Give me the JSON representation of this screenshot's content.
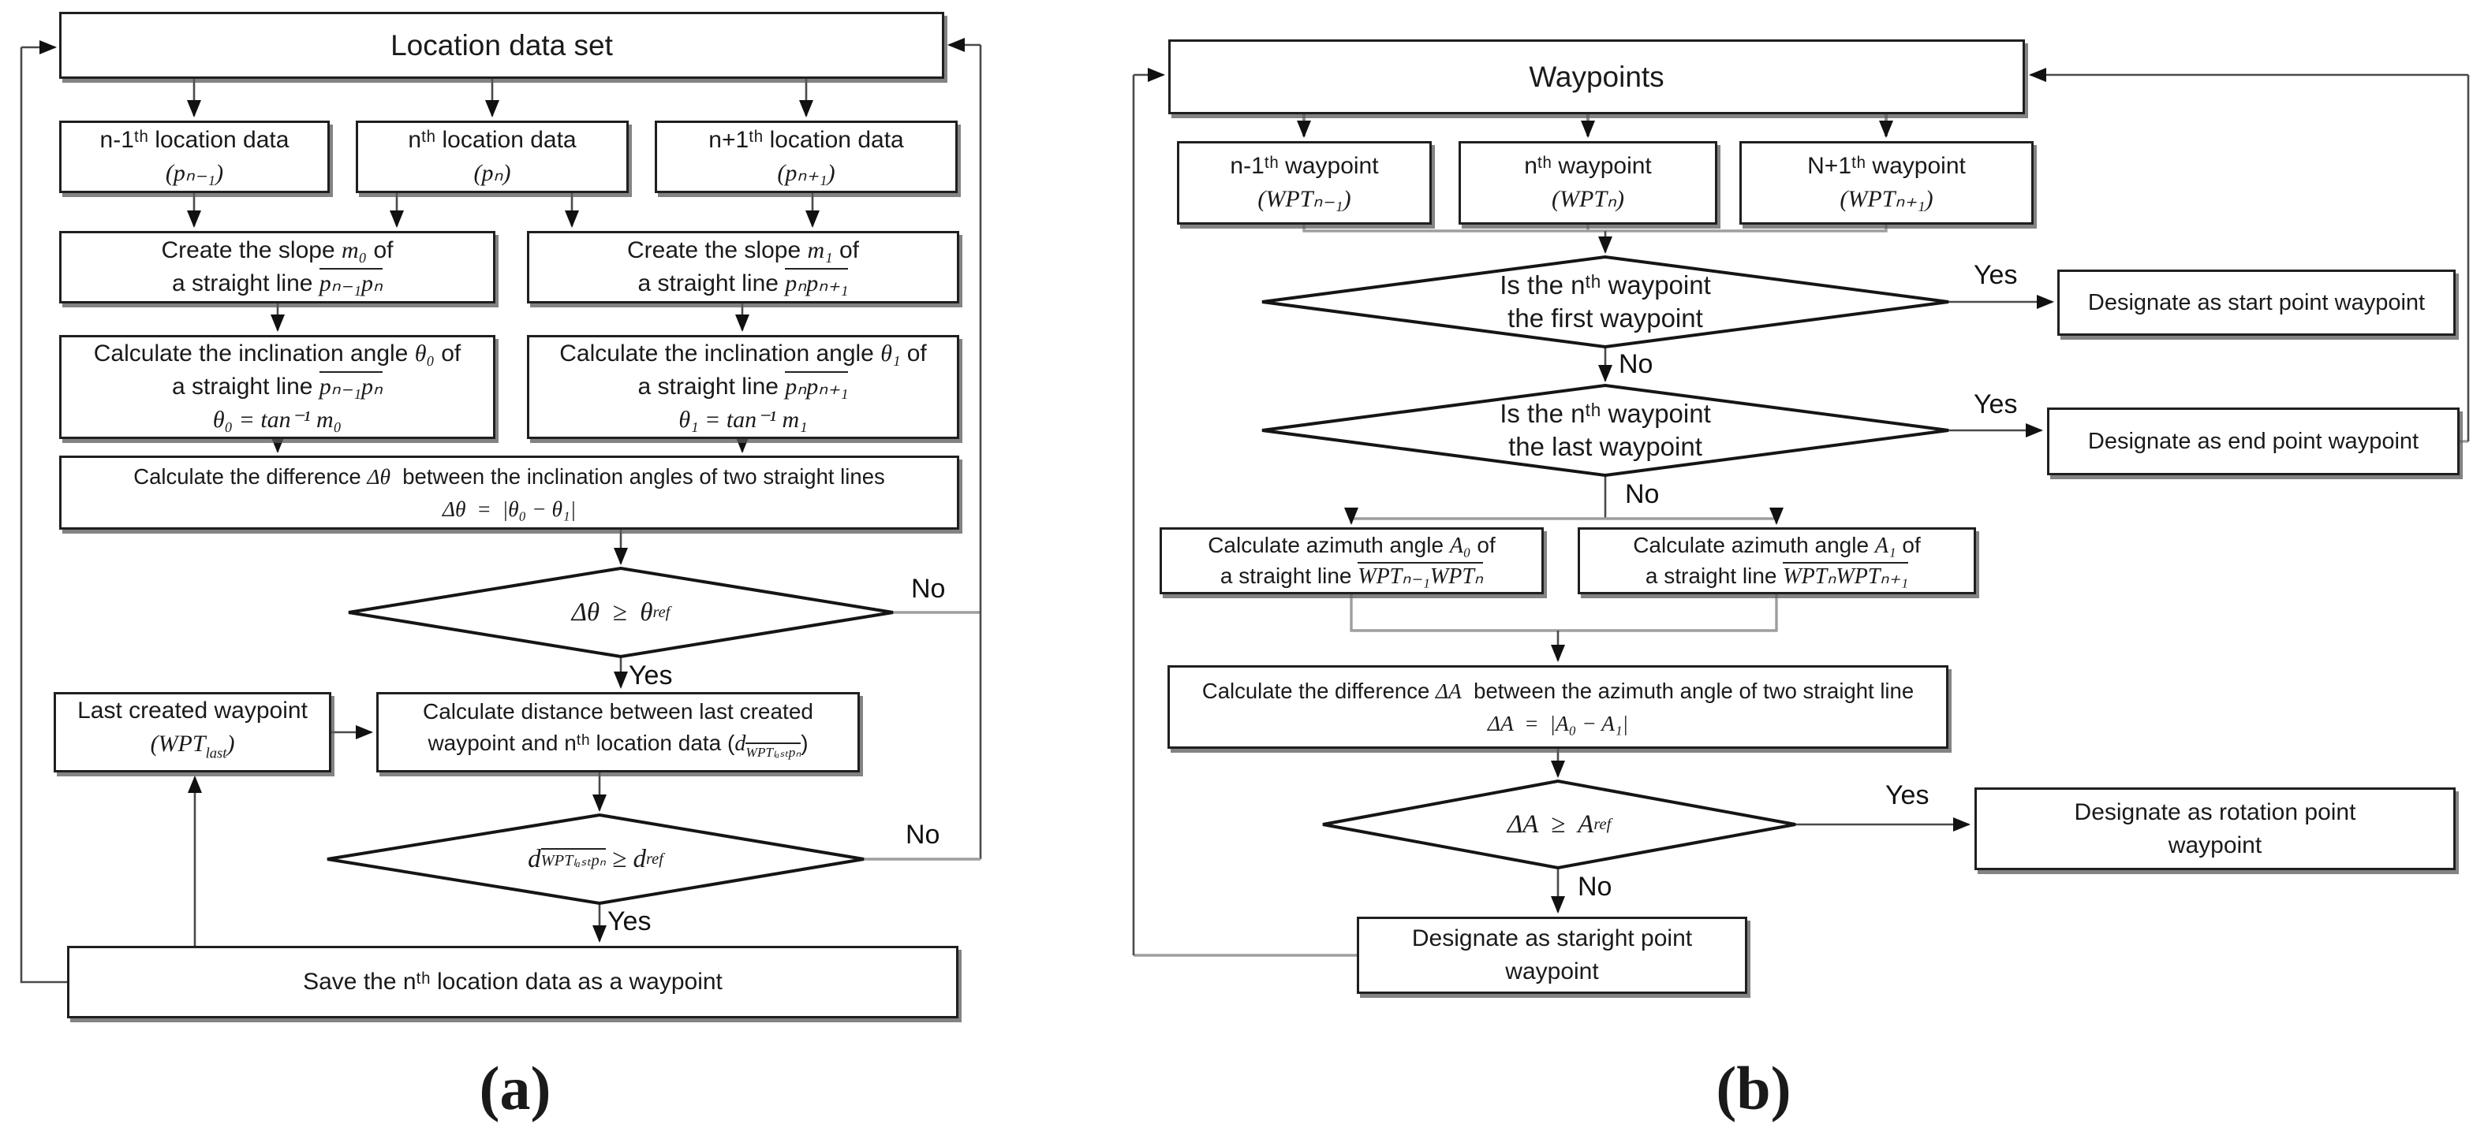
{
  "canvas": {
    "bg": "#ffffff",
    "box_border": "#1f1f1f",
    "line": "#4a4a4a",
    "line_gray": "#9e9e9e",
    "arrow": "#111111"
  },
  "labels": {
    "yes": "Yes",
    "no": "No",
    "fig_a": "(a)",
    "fig_b": "(b)"
  },
  "chart_a": {
    "top": "Location data set",
    "b1": {
      "l1": "n-1ᵗʰ location data",
      "l2": "(pₙ₋₁)"
    },
    "b2": {
      "l1": "nᵗʰ location data",
      "l2": "(pₙ)"
    },
    "b3": {
      "l1": "n+1ᵗʰ location data",
      "l2": "(pₙ₊₁)"
    },
    "s0": {
      "l1a": "Create the slope ",
      "l1m": "m₀",
      "l1b": " of",
      "l2": "a straight line ",
      "ov": "pₙ₋₁pₙ"
    },
    "s1": {
      "l1a": "Create the slope ",
      "l1m": "m₁",
      "l1b": " of",
      "l2": "a straight line ",
      "ov": "pₙpₙ₊₁"
    },
    "i0": {
      "l1a": "Calculate the inclination angle ",
      "l1m": "θ₀",
      "l1b": " of",
      "l2": "a straight line ",
      "ov": "pₙ₋₁pₙ",
      "l3": "θ₀ = tan⁻¹ m₀"
    },
    "i1": {
      "l1a": "Calculate the inclination angle ",
      "l1m": "θ₁",
      "l1b": " of",
      "l2": "a straight line ",
      "ov": "pₙpₙ₊₁",
      "l3": "θ₁ = tan⁻¹ m₁"
    },
    "diff": {
      "l1a": "Calculate the difference ",
      "l1m": "Δθ",
      "l1b": "  between the inclination angles of two straight lines",
      "l2": "Δθ  =  |θ₀ − θ₁|"
    },
    "d1": {
      "p1": "Δθ  ≥  θ",
      "sub": "ref"
    },
    "last": {
      "l1": "Last created waypoint",
      "p1": "(WPT",
      "sub": "last",
      "p2": ")"
    },
    "dist": {
      "l1": "Calculate distance between last created",
      "l2a": "waypoint and nᵗʰ location data (",
      "d": "d",
      "sub": "WPTₗₐₛₜpₙ",
      "l2b": ")"
    },
    "d2": {
      "p1": "d",
      "sub1": "WPTₗₐₛₜpₙ",
      "p2": " ≥ d",
      "sub2": "ref"
    },
    "save": "Save the nᵗʰ location data as a waypoint"
  },
  "chart_b": {
    "top": "Waypoints",
    "b1": {
      "l1": "n-1ᵗʰ waypoint",
      "l2": "(WPTₙ₋₁)"
    },
    "b2": {
      "l1": "nᵗʰ waypoint",
      "l2": "(WPTₙ)"
    },
    "b3": {
      "l1": "N+1ᵗʰ waypoint",
      "l2": "(WPTₙ₊₁)"
    },
    "d1": {
      "l1": "Is the nᵗʰ waypoint",
      "l2": "the first waypoint"
    },
    "start": "Designate as start point waypoint",
    "d2": {
      "l1": "Is the nᵗʰ waypoint",
      "l2": "the last waypoint"
    },
    "end": "Designate as end point waypoint",
    "az0": {
      "l1a": "Calculate azimuth angle ",
      "l1m": "A₀",
      "l1b": " of",
      "l2": "a straight line ",
      "ov": "WPTₙ₋₁WPTₙ"
    },
    "az1": {
      "l1a": "Calculate azimuth angle ",
      "l1m": "A₁",
      "l1b": " of",
      "l2": "a straight line ",
      "ov": "WPTₙWPTₙ₊₁"
    },
    "diff": {
      "l1a": "Calculate the difference ",
      "l1m": "ΔA",
      "l1b": "  between the azimuth angle of two straight line",
      "l2": "ΔA  =  |A₀ − A₁|"
    },
    "d3": {
      "p1": "ΔA  ≥  A",
      "sub": "ref"
    },
    "rot": {
      "l1": "Designate as rotation point",
      "l2": "waypoint"
    },
    "straight": {
      "l1": "Designate as staright point",
      "l2": "waypoint"
    }
  }
}
